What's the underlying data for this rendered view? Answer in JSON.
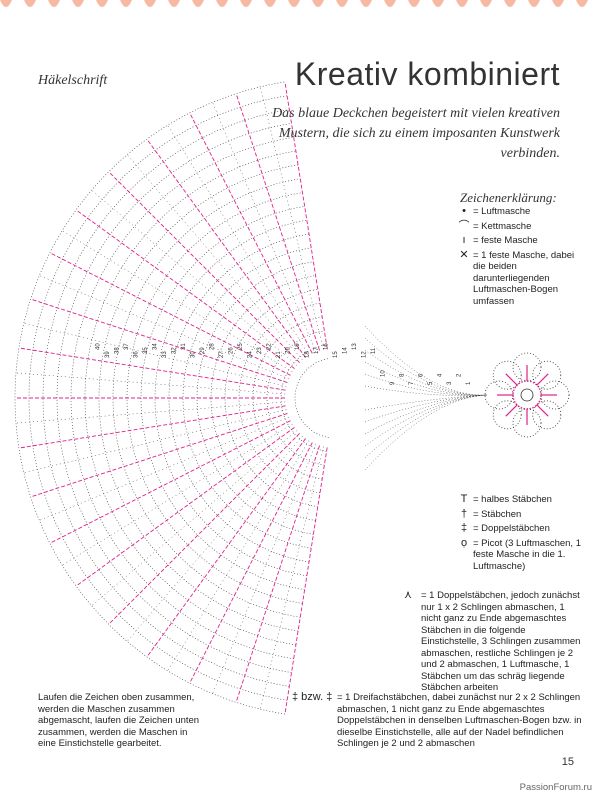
{
  "header": {
    "kicker": "Häkelschrift",
    "title": "Kreativ kombiniert",
    "subtitle": "Das blaue Deckchen begeistert mit vielen kreativen Mustern, die sich zu einem imposanten Kunstwerk verbinden."
  },
  "colors": {
    "accent": "#e0218a",
    "border": "#f7b9a2",
    "ink": "#333333"
  },
  "legend": {
    "title": "Zeichenerklärung:",
    "items": [
      {
        "symbol": "•",
        "text": "= Luftmasche"
      },
      {
        "symbol": "⌒",
        "text": "= Kettmasche"
      },
      {
        "symbol": "ı",
        "text": "= feste Masche"
      },
      {
        "symbol": "✕",
        "text": "= 1 feste Masche, dabei die beiden darunterliegenden Luftmaschen-Bogen umfassen"
      }
    ],
    "items2": [
      {
        "symbol": "T",
        "text": "= halbes Stäbchen"
      },
      {
        "symbol": "†",
        "text": "= Stäbchen"
      },
      {
        "symbol": "‡",
        "text": "= Doppelstäbchen"
      },
      {
        "symbol": "ọ",
        "text": "= Picot (3 Luftmaschen, 1 feste Masche in die 1. Luftmasche)"
      }
    ],
    "items3": [
      {
        "symbol": "⋏",
        "text": "= 1 Doppelstäbchen, jedoch zunächst nur 1 x 2 Schlingen abmaschen, 1 nicht ganz zu Ende abgemaschtes Stäbchen in die folgende Einstichstelle, 3 Schlingen zusammen abmaschen, restliche Schlingen je 2 und 2 abmaschen, 1 Luftmasche, 1 Stäbchen um das schräg liegende Stäbchen arbeiten"
      }
    ]
  },
  "notes": {
    "left": "Laufen die Zeichen oben zusammen, werden die Maschen zusammen abgemascht, laufen die Zeichen unten zusammen, werden die Maschen in eine Einstichstelle gearbeitet.",
    "bottom_symbols": "‡ bzw. ‡",
    "bottom": "= 1 Dreifachstäbchen, dabei zunächst nur 2 x 2 Schlingen abmaschen, 1 nicht ganz zu Ende abgemaschtes Doppelstäbchen in denselben Luftmaschen-Bogen bzw. in dieselbe Einstichstelle, alle auf der Nadel befindlichen Schlingen je 2 und 2 abmaschen"
  },
  "page_number": "15",
  "watermark": "PassionForum.ru",
  "row_numbers": [
    "1",
    "2",
    "3",
    "4",
    "5",
    "6",
    "7",
    "8",
    "9",
    "10",
    "11",
    "12",
    "13",
    "14",
    "15",
    "16",
    "17",
    "18",
    "19",
    "20",
    "21",
    "22",
    "23",
    "24",
    "25",
    "26",
    "27",
    "28",
    "29",
    "30",
    "31",
    "32",
    "33",
    "34",
    "35",
    "36",
    "37",
    "38",
    "39",
    "40"
  ]
}
